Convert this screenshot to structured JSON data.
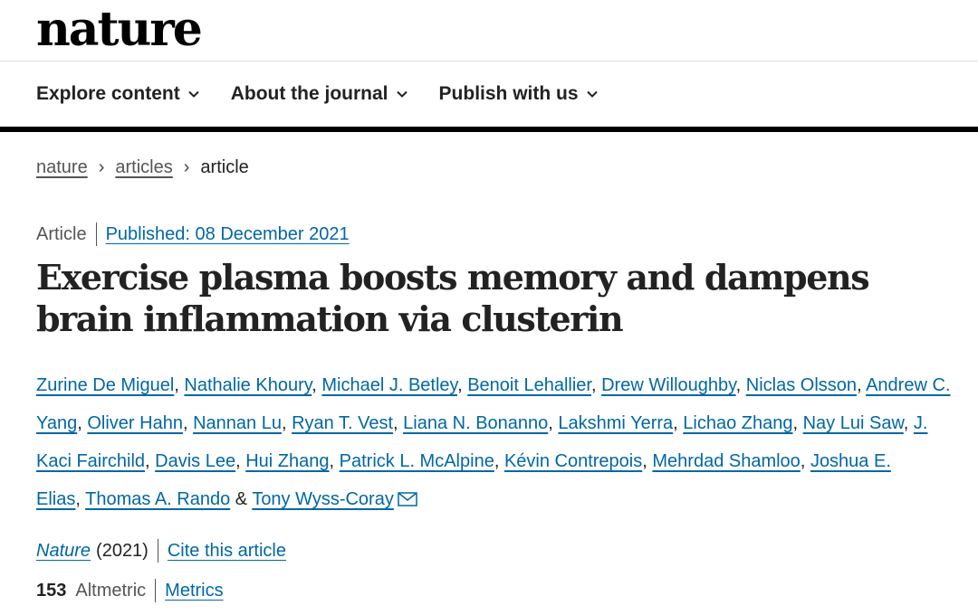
{
  "brand": {
    "logo_text": "nature"
  },
  "nav": {
    "items": [
      {
        "label": "Explore content"
      },
      {
        "label": "About the journal"
      },
      {
        "label": "Publish with us"
      }
    ]
  },
  "breadcrumb": {
    "items": [
      "nature",
      "articles"
    ],
    "current": "article",
    "separator": "›"
  },
  "article": {
    "type": "Article",
    "published": "Published: 08 December 2021",
    "title": "Exercise plasma boosts memory and dampens brain inflammation via clusterin",
    "authors": [
      "Zurine De Miguel",
      "Nathalie Khoury",
      "Michael J. Betley",
      "Benoit Lehallier",
      "Drew Willoughby",
      "Niclas Olsson",
      "Andrew C. Yang",
      "Oliver Hahn",
      "Nannan Lu",
      "Ryan T. Vest",
      "Liana N. Bonanno",
      "Lakshmi Yerra",
      "Lichao Zhang",
      "Nay Lui Saw",
      "J. Kaci Fairchild",
      "Davis Lee",
      "Hui Zhang",
      "Patrick L. McAlpine",
      "Kévin Contrepois",
      "Mehrdad Shamloo",
      "Joshua E. Elias",
      "Thomas A. Rando",
      "Tony Wyss-Coray"
    ],
    "author_separator": ", ",
    "last_author_joiner": " & ",
    "journal": "Nature",
    "year": "(2021)",
    "cite_label": "Cite this article",
    "altmetric_score": "153",
    "altmetric_label": "Altmetric",
    "metrics_label": "Metrics"
  },
  "colors": {
    "link": "#0067a5",
    "text": "#222222",
    "muted": "#555555"
  },
  "icons": {
    "nav_dropdown": "chevron-down-icon",
    "corresponding_author": "mail-icon"
  }
}
